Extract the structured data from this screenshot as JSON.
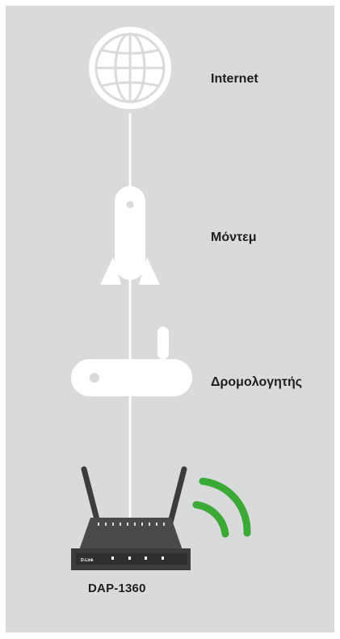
{
  "nodes": {
    "internet": {
      "label": "Internet",
      "icon": "globe-icon"
    },
    "modem": {
      "label": "Μόντεμ",
      "icon": "modem-icon"
    },
    "router": {
      "label": "Δρομολογητής",
      "icon": "router-icon"
    },
    "access_point": {
      "label": "DAP-1360",
      "icon": "access-point-icon",
      "brand_text": "D-Link"
    }
  },
  "colors": {
    "background": "#d9dadb",
    "device_white": "#ffffff",
    "device_dark": "#3c3c3c",
    "wifi_green": "#3aa935",
    "label_text": "#1e1e1e"
  }
}
